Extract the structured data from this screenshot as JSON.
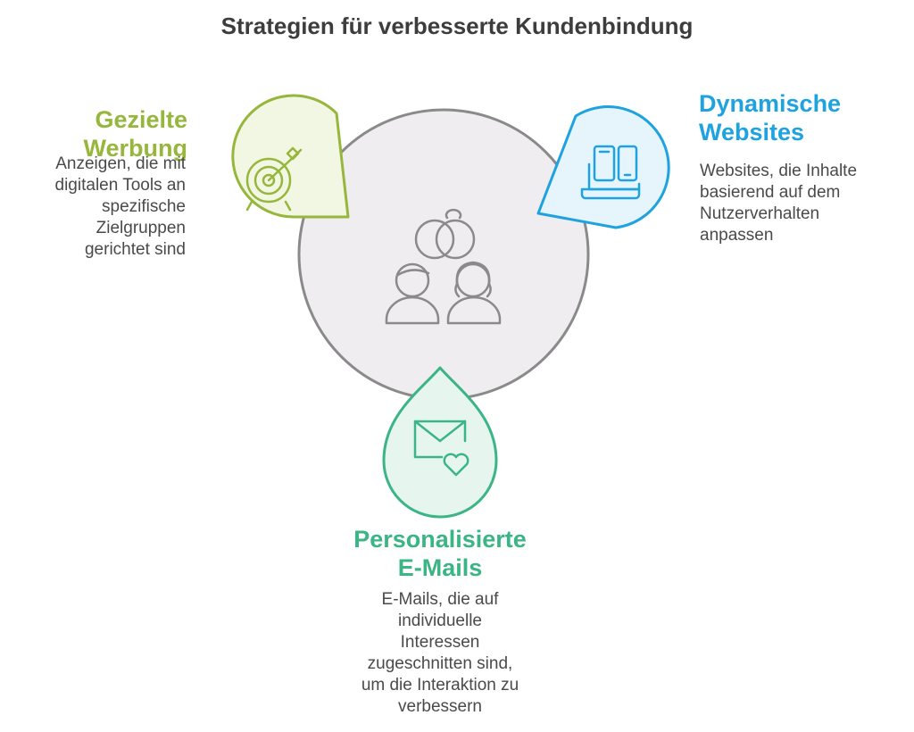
{
  "title": "Strategien für verbesserte Kundenbindung",
  "colors": {
    "green": "#96b63c",
    "blue": "#1ea2e0",
    "teal": "#3bb585",
    "gray": "#8a8a8a",
    "circle_fill": "#efedf0",
    "text": "#4a4a4a"
  },
  "hub": {
    "icon": "customers-icon"
  },
  "strategies": [
    {
      "heading_line1": "Gezielte",
      "heading_line2": "Werbung",
      "description": [
        "Anzeigen, die mit",
        "digitalen Tools an",
        "spezifische",
        "Zielgruppen",
        "gerichtet sind"
      ],
      "icon": "target-arrow-icon"
    },
    {
      "heading_line1": "Dynamische",
      "heading_line2": "Websites",
      "description": [
        "Websites, die Inhalte",
        "basierend auf dem",
        "Nutzerverhalten",
        "anpassen"
      ],
      "icon": "devices-icon"
    },
    {
      "heading_line1": "Personalisierte",
      "heading_line2": "E-Mails",
      "description": [
        "E-Mails, die auf",
        "individuelle",
        "Interessen",
        "zugeschnitten sind,",
        "um die Interaktion zu",
        "verbessern"
      ],
      "icon": "mail-heart-icon"
    }
  ]
}
